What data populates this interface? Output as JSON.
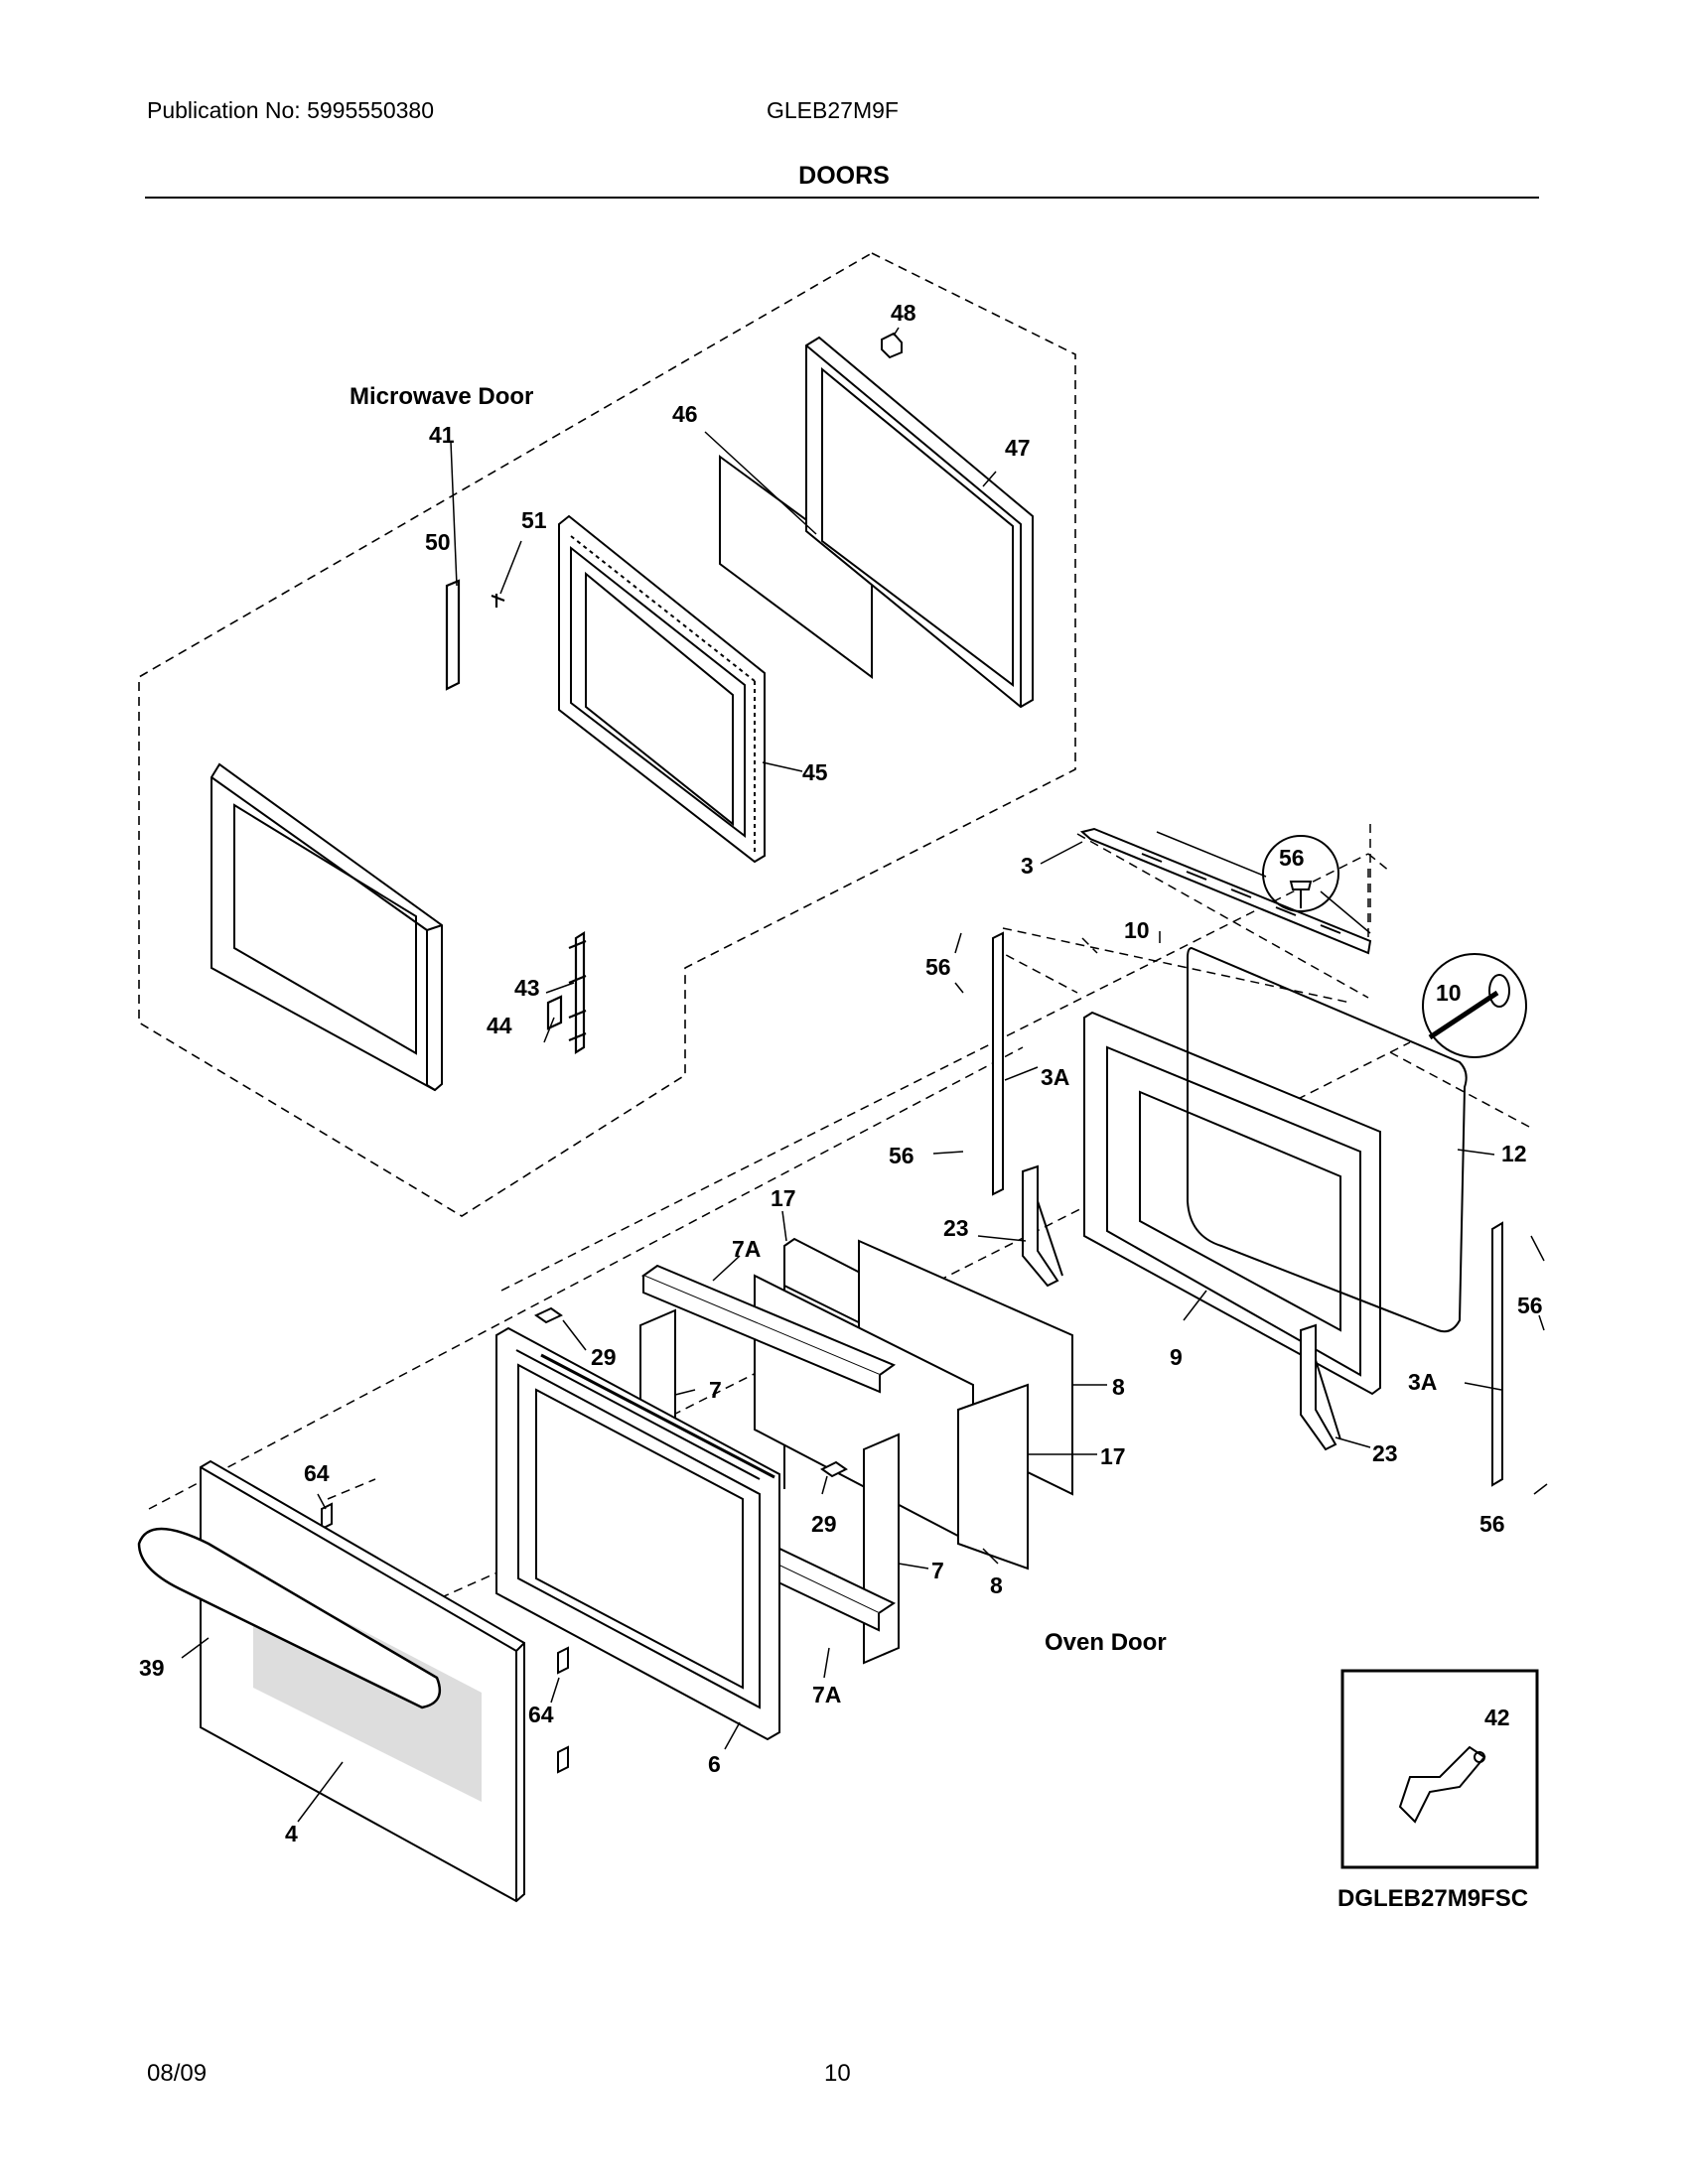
{
  "header": {
    "publication": "Publication No: 5995550380",
    "model": "GLEB27M9F",
    "section_title": "DOORS"
  },
  "groups": {
    "microwave_door": "Microwave Door",
    "oven_door": "Oven Door"
  },
  "callouts": {
    "c48": "48",
    "c46": "46",
    "c47": "47",
    "c41": "41",
    "c50": "50",
    "c51": "51",
    "c45": "45",
    "c43": "43",
    "c44": "44",
    "c3": "3",
    "c56a": "56",
    "c10a": "10",
    "c56b": "56",
    "c10b": "10",
    "c3Aa": "3A",
    "c12": "12",
    "c56c": "56",
    "c17a": "17",
    "c23a": "23",
    "c7Aa": "7A",
    "c9": "9",
    "c56d": "56",
    "c29a": "29",
    "c7a": "7",
    "c8a": "8",
    "c3Ab": "3A",
    "c17b": "17",
    "c23b": "23",
    "c64a": "64",
    "c29b": "29",
    "c56e": "56",
    "c7b": "7",
    "c8b": "8",
    "c39": "39",
    "c64b": "64",
    "c7Ab": "7A",
    "c6": "6",
    "c4": "4",
    "c42": "42"
  },
  "inset_caption": "DGLEB27M9FSC",
  "footer": {
    "date": "08/09",
    "page": "10"
  }
}
